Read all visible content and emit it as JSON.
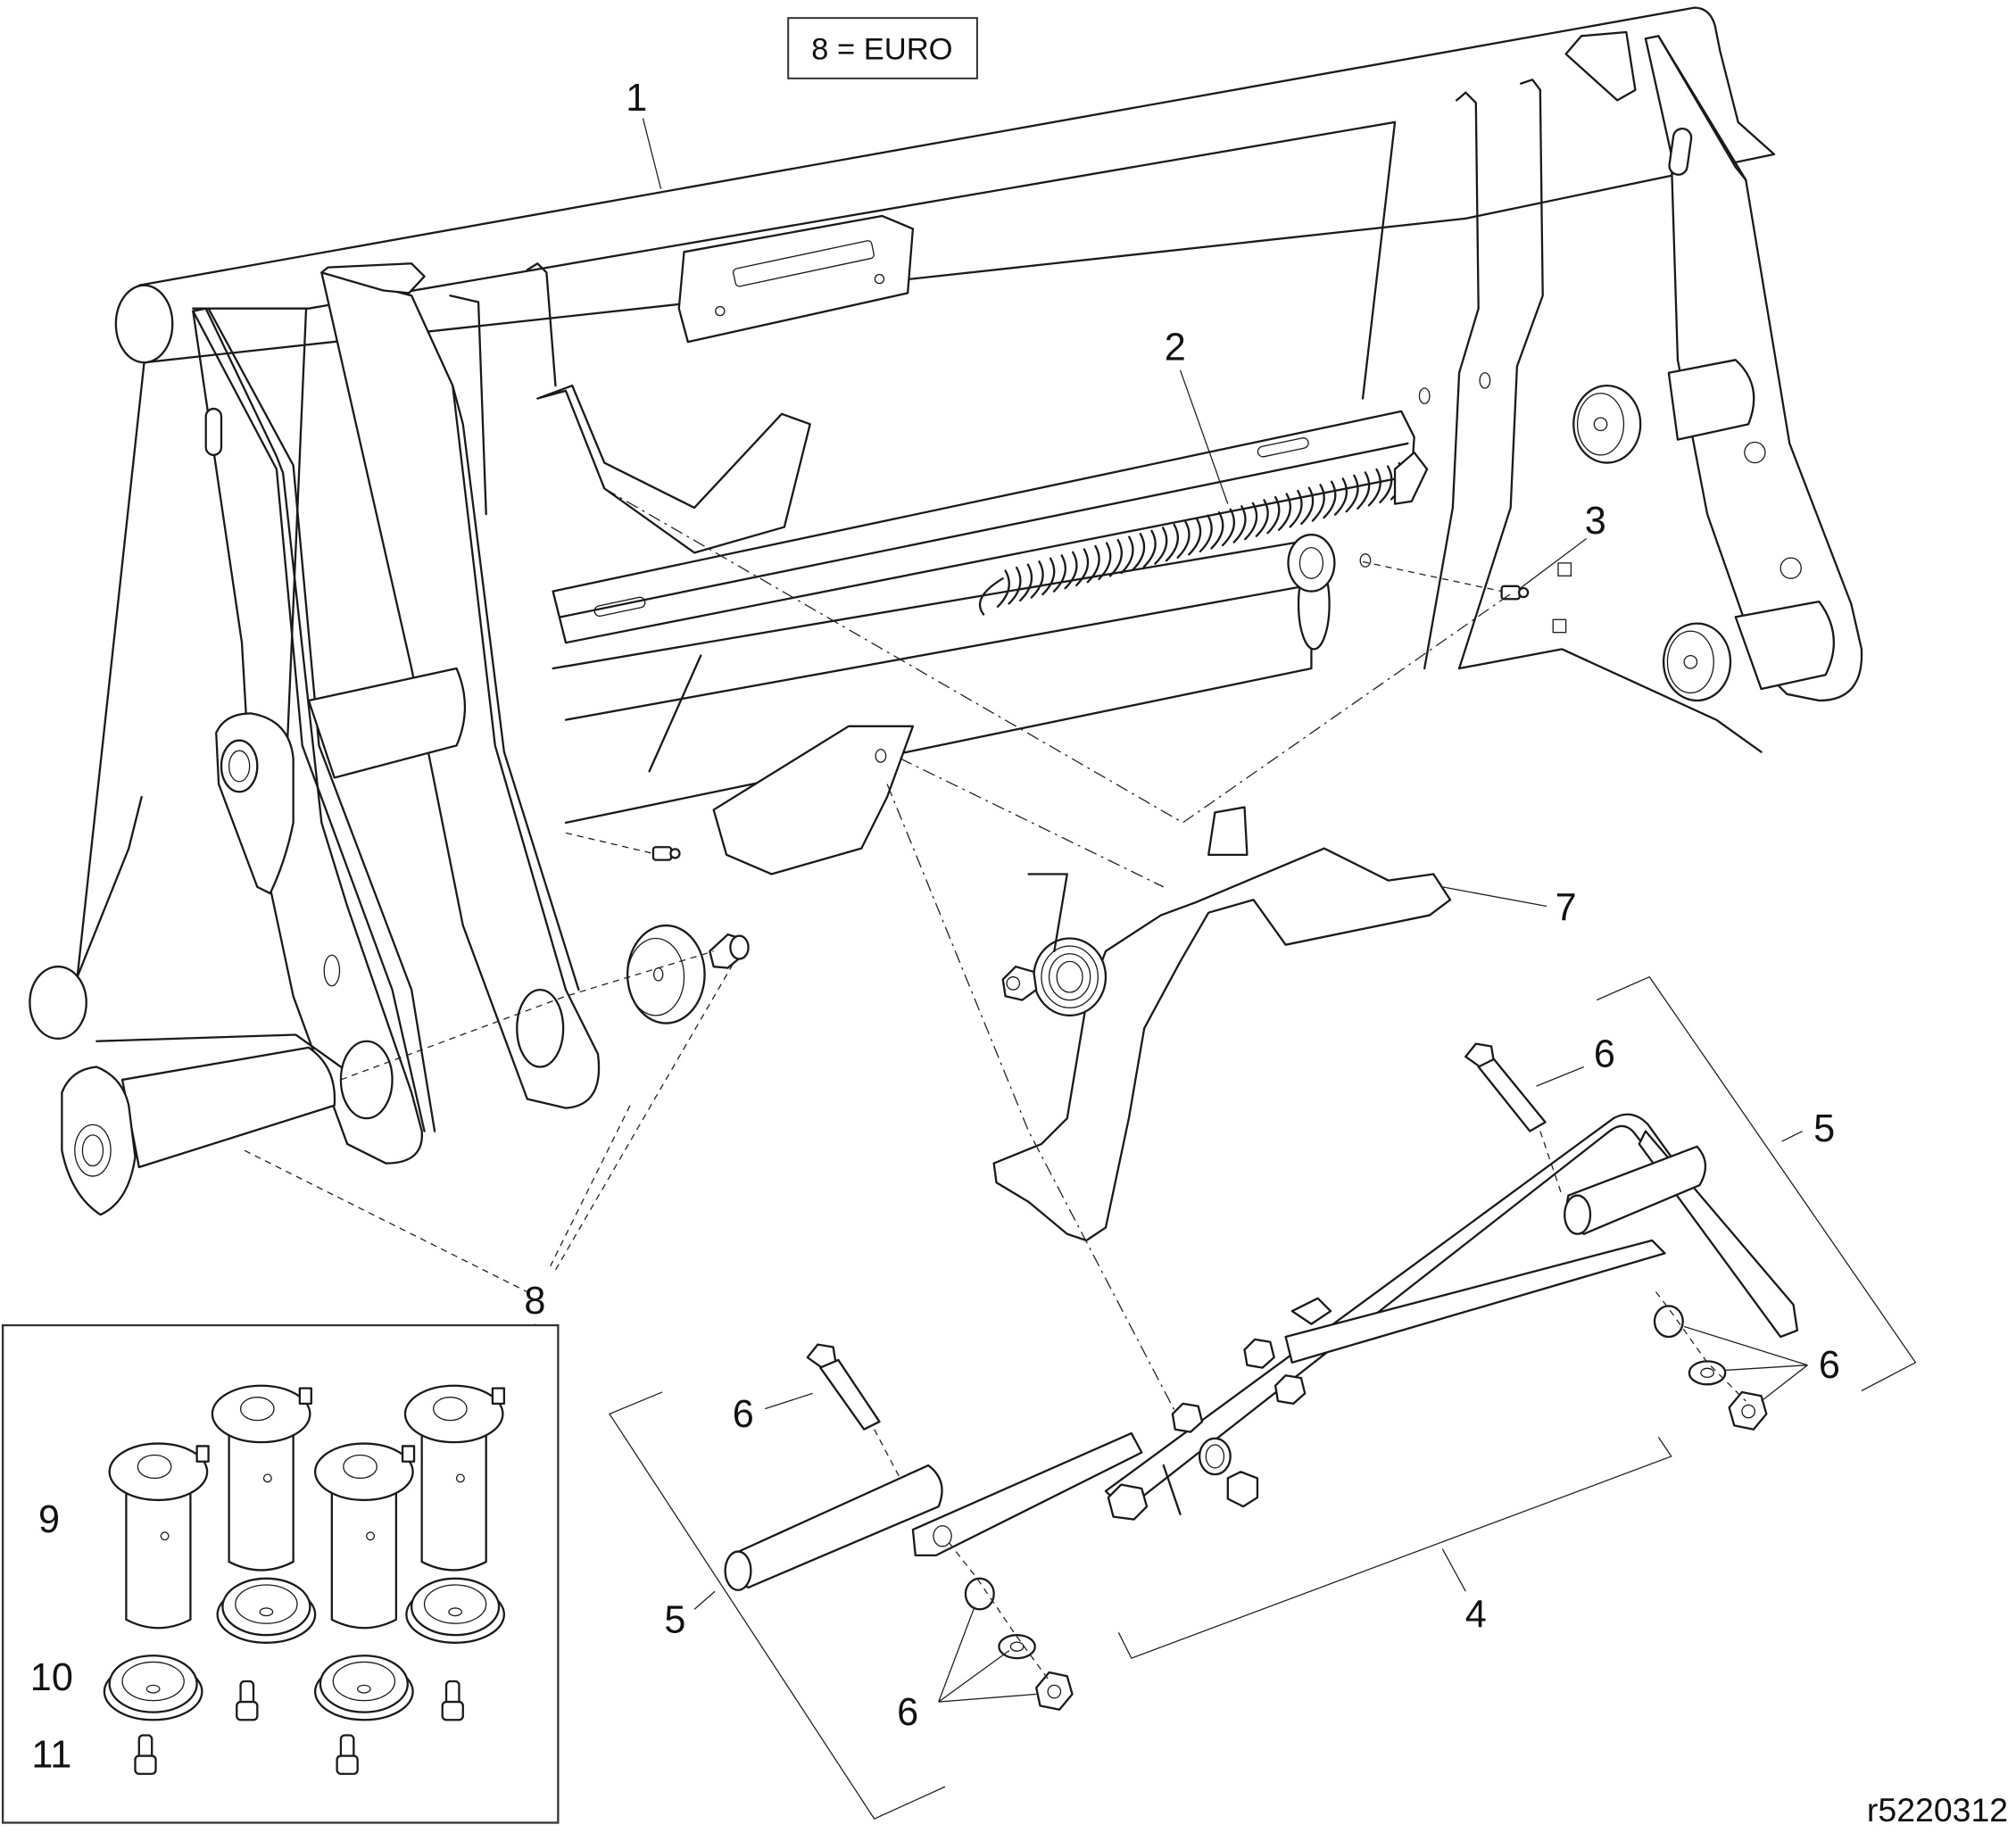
{
  "diagram": {
    "type": "exploded parts illustration",
    "subject": "Quick-attach mounting frame assembly",
    "reference_code": "r5220312",
    "note": "8 = EURO",
    "callouts": [
      {
        "id": "1",
        "label": "1",
        "part": "mounting frame"
      },
      {
        "id": "2",
        "label": "2",
        "part": "extension spring"
      },
      {
        "id": "3",
        "label": "3",
        "part": "grease fitting"
      },
      {
        "id": "4",
        "label": "4",
        "part": "lever linkage assembly"
      },
      {
        "id": "5a",
        "label": "5",
        "part": "handle / pin (right)"
      },
      {
        "id": "5b",
        "label": "5",
        "part": "handle / pin (left)"
      },
      {
        "id": "6a",
        "label": "6",
        "part": "bolt (right)"
      },
      {
        "id": "6b",
        "label": "6",
        "part": "bushing, washer, nut (right)"
      },
      {
        "id": "6c",
        "label": "6",
        "part": "bolt (left)"
      },
      {
        "id": "6d",
        "label": "6",
        "part": "bushing, washer, nut (left)"
      },
      {
        "id": "7",
        "label": "7",
        "part": "latch lever with torsion spring"
      },
      {
        "id": "8",
        "label": "8",
        "part": "EURO pin kit"
      }
    ],
    "inset": {
      "title_callout": "8",
      "callouts": [
        {
          "id": "9",
          "label": "9",
          "part": "pivot pin (x4)"
        },
        {
          "id": "10",
          "label": "10",
          "part": "cap / bushing (x4)"
        },
        {
          "id": "11",
          "label": "11",
          "part": "socket head screw (x4)"
        }
      ]
    }
  }
}
